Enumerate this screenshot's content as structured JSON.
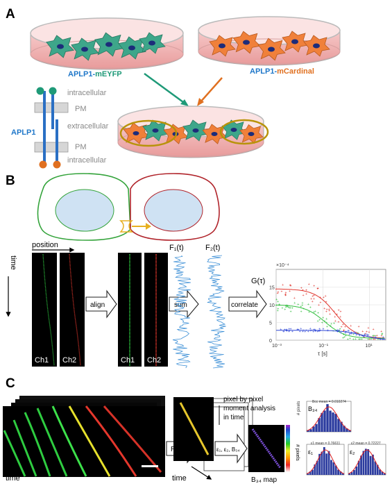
{
  "panelA": {
    "letter": "A",
    "label_eyfp_prefix": "APLP1-",
    "label_eyfp_suffix": "mEYFP",
    "label_mcard_prefix": "APLP1-",
    "label_mcard_suffix": "mCardinal",
    "diagram": {
      "intracellular_top": "intracellular",
      "pm_top": "PM",
      "extracellular": "extracellular",
      "pm_bottom": "PM",
      "intracellular_bottom": "intracellular",
      "protein_label": "APLP1"
    }
  },
  "panelB": {
    "letter": "B",
    "axis_position": "position",
    "axis_time": "time",
    "ch1": "Ch1",
    "ch2": "Ch2",
    "ch1b": "Ch1",
    "ch2b": "Ch2",
    "step_align": "align",
    "step_sum": "sum",
    "step_correlate": "correlate",
    "trace1_label": "F₁(t)",
    "trace2_label": "F₂(t)",
    "chart_title": "G(τ)",
    "chart_exponent": "×10⁻⁴",
    "chart_xlabel": "τ [s]"
  },
  "chart_data": {
    "type": "scatter",
    "ylabel": "G(τ)",
    "xlabel": "τ [s]",
    "xscale": "log",
    "xlim": [
      0.001,
      50
    ],
    "ylim": [
      0,
      20
    ],
    "x_ticks": [
      "10⁻³",
      "10⁻¹",
      "10¹"
    ],
    "y_ticks": [
      "0",
      "5",
      "10",
      "15"
    ],
    "grid": true,
    "series": [
      {
        "color": "#e0342c",
        "amp": 14,
        "offset": 0.5,
        "tau": 0.35
      },
      {
        "color": "#2fbf3c",
        "amp": 9.5,
        "offset": 0.5,
        "tau": 0.12
      },
      {
        "color": "#2e46d6",
        "amp": 2.8,
        "offset": 0.0,
        "tau": 5.0
      }
    ]
  },
  "panelC": {
    "letter": "C",
    "axis_time_left": "time",
    "step_roi": "ROI",
    "step_params": "ε₁, ε₂, B₃₄",
    "axis_time_mid": "time",
    "analysis_line1": "pixel by pixel",
    "analysis_line2": "moment analysis",
    "analysis_line3": "in time",
    "map_label": "B₃₄ map",
    "colorbar_label": "# pixels",
    "hist_bcc_label": "B₃₄",
    "hist_e1_label": "ε₁",
    "hist_e2_label": "ε₂",
    "hist_bcc_title": "Bcc mean = 0.010274",
    "hist_e1_title": "ε1 mean = 0.76611",
    "hist_e2_title": "ε2 mean = 0.72227",
    "hist_ylabel": "# pixels"
  }
}
